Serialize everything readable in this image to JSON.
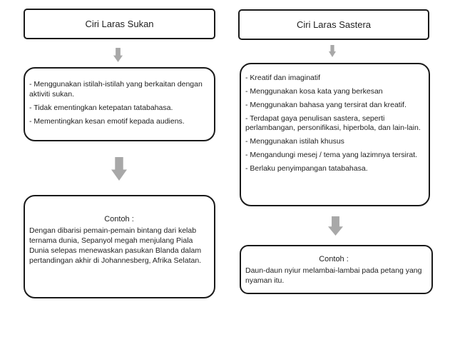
{
  "colors": {
    "background": "#ffffff",
    "border": "#1a1a1a",
    "text": "#1f1f1f",
    "arrow": "#a8a8a8"
  },
  "icons": {
    "down_arrow": "down-arrow"
  },
  "left": {
    "title": "Ciri Laras Sukan",
    "points": [
      "- Menggunakan istilah-istilah yang berkaitan dengan aktiviti sukan.",
      "- Tidak ementingkan ketepatan tatabahasa.",
      "- Mementingkan kesan emotif kepada audiens."
    ],
    "example": {
      "label": "Contoh :",
      "text": "Dengan dibarisi pemain-pemain bintang dari kelab ternama dunia, Sepanyol megah menjulang Piala Dunia selepas menewaskan pasukan Blanda dalam pertandingan akhir di Johannesberg, Afrika Selatan."
    }
  },
  "right": {
    "title": "Ciri Laras Sastera",
    "points": [
      "- Kreatif dan imaginatif",
      "- Menggunakan kosa kata yang berkesan",
      "- Menggunakan bahasa yang tersirat dan kreatif.",
      "- Terdapat gaya penulisan sastera, seperti perlambangan, personifikasi, hiperbola, dan lain-lain.",
      "- Menggunakan istilah khusus",
      "- Mengandungi mesej / tema yang lazimnya tersirat.",
      "- Berlaku penyimpangan tatabahasa."
    ],
    "example": {
      "label": "Contoh :",
      "text": "Daun-daun nyiur melambai-lambai pada petang yang nyaman itu."
    }
  }
}
